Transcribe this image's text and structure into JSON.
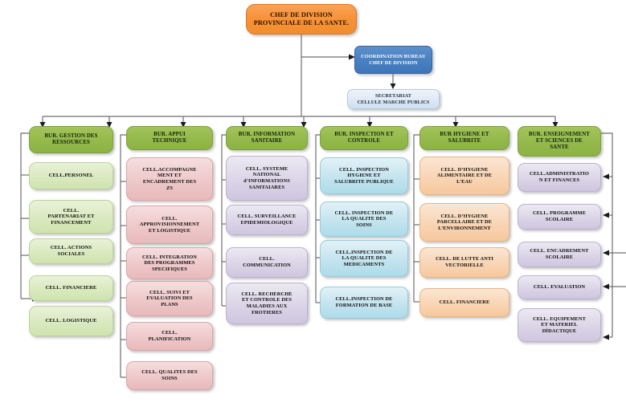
{
  "chart_title": "Organigramme Division Provinciale de la Sante",
  "root": {
    "label": "CHEF DE DIVISION\nPROVINCIALE DE  LA SANTE.",
    "line1": "CHEF DE DIVISION",
    "line2": "PROVINCIALE DE  LA SANTE.",
    "color": "#f79239"
  },
  "coordination": {
    "line1": "COORDINATION BUREAU",
    "line2": "CHEF  DE DIVISION",
    "color": "#4a81c2"
  },
  "secretariat": {
    "line1": "SECRETARIAT",
    "line2": "CELLULE MARCHE PUBLICS",
    "color": "#dfe9f5"
  },
  "header_color": "#96ba4c",
  "columns": [
    {
      "id": "gestion-ressources",
      "header": "BUR. GESTION DES RESSOURCES",
      "header_lines": [
        "BUR. GESTION DES",
        "RESSOURCES"
      ],
      "cell_color": "#dcebc4",
      "connector_side": "left",
      "cells": [
        {
          "label": "CELL.PERSONEL",
          "lines": [
            "CELL.PERSONEL"
          ]
        },
        {
          "label": "CELL. PARTENARIAT ET FINANCEMENT",
          "lines": [
            "CELL.",
            "PARTENARIAT ET",
            "FINANCEMENT"
          ]
        },
        {
          "label": "CELL. ACTIONS SOCIALES",
          "lines": [
            "CELL. ACTIONS",
            "SOCIALES"
          ]
        },
        {
          "label": "CELL. FINANCIERE",
          "lines": [
            "CELL. FINANCIERE"
          ]
        },
        {
          "label": "CELL. LOGISTIQUE",
          "lines": [
            "CELL. LOGISTIQUE"
          ]
        }
      ]
    },
    {
      "id": "appui-technique",
      "header": "BUR. APPUI TECHNIQUE",
      "header_lines": [
        "BUR. APPUI",
        "TECHNIQUE"
      ],
      "cell_color": "#f0cccd",
      "connector_side": "left",
      "cells": [
        {
          "label": "CELL.ACCOMPAGNEMENT ET ENCADREMENT DES ZS",
          "lines": [
            "CELL.ACCOMPAGNE",
            "MENT ET",
            "ENCADREMENT DES",
            "ZS"
          ]
        },
        {
          "label": "CELL. APPROVISIONNEMENT ET LOGISTIQUE",
          "lines": [
            "CELL.",
            "APPROVISIONNEMENT",
            "ET LOGISTIQUE"
          ]
        },
        {
          "label": "CELL. INTEGRATION DES PROGRAMMES SPECIFIQUES",
          "lines": [
            "CELL. INTEGRATION",
            "DES PROGRAMMES",
            "SPECIFIQUES"
          ]
        },
        {
          "label": "CELL. SUIVI ET EVALUATION DES PLANS",
          "lines": [
            "CELL. SUIVI ET",
            "EVALUATION DES",
            "PLANS"
          ]
        },
        {
          "label": "CELL. PLANIFICATION",
          "lines": [
            "CELL.",
            "PLANIFICATION"
          ]
        },
        {
          "label": "CELL. QUALITES DES SOINS",
          "lines": [
            "CELL. QUALITES DES",
            "SOINS"
          ]
        }
      ]
    },
    {
      "id": "information-sanitaire",
      "header": "BUR. INFORMATION SANITAIRE",
      "header_lines": [
        "BUR. INFORMATION",
        "SANITAIRE"
      ],
      "cell_color": "#ded8e9",
      "connector_side": "left",
      "cells": [
        {
          "label": "CELL. SYSTEME NATIONAL d'INFORMATIONS SANITAIARES",
          "lines": [
            "CELL. SYSTEME",
            "NATIONAL",
            "d’INFORMATIONS",
            "SANITAIARES"
          ]
        },
        {
          "label": "CELL. SURVEILLANCE EPIDEMIOLOGIQUE",
          "lines": [
            "CELL. SURVEILLANCE",
            "EPIDEMIOLOGIQUE"
          ]
        },
        {
          "label": "CELL. COMMUNICATION",
          "lines": [
            "CELL.",
            "COMMUNICATION"
          ]
        },
        {
          "label": "CELL. RECHERCHE ET CONTROLE DES MALADIES AUX FROTIERES",
          "lines": [
            "CELL. RECHERCHE",
            "ET CONTROLE DES",
            "MALADIES AUX",
            "FROTIERES"
          ]
        }
      ]
    },
    {
      "id": "inspection-controle",
      "header": "BUR. INSPECTION ET CONTROLE",
      "header_lines": [
        "BUR. INSPECTION ET",
        "CONTROLE"
      ],
      "cell_color": "#c9e6f0",
      "connector_side": "left",
      "cells": [
        {
          "label": "CELL. INSPECTION HYGIENE ET SALUBRITE PUBLIQUE",
          "lines": [
            "CELL. INSPECTION",
            "HYGIENE ET",
            "SALUBRITE PUBLIQUE"
          ]
        },
        {
          "label": "CELL. INSPECTION DE LA QUALITE DES SOINS",
          "lines": [
            "CELL. INSPECTION DE",
            "LA QUALITE DES",
            "SOINS"
          ]
        },
        {
          "label": "CELL.INSPECTION DE LA QUALITE DES MEDICAMENTS",
          "lines": [
            "CELL.INSPECTION DE",
            "LA QUALITE DES",
            "MEDICAMENTS"
          ]
        },
        {
          "label": "CELL.INSPECTION DE FORMATION DE BASE",
          "lines": [
            "CELL.INSPECTION DE",
            "FORMATION DE  BASE"
          ]
        }
      ]
    },
    {
      "id": "hygiene-salubrite",
      "header": "BUR HYGIENE ET SALUBRITE",
      "header_lines": [
        "BUR HYGIENE ET",
        "SALUBRITE"
      ],
      "cell_color": "#f9d8ba",
      "connector_side": "left",
      "cells": [
        {
          "label": "CELL. D'HYGIENE ALIMENTAIRE ET DE L'EAU",
          "lines": [
            "CELL. D’HYGIENE",
            "ALIMENTAIRE ET DE",
            "L’EAU"
          ]
        },
        {
          "label": "CELL. D'HYGIENE PARCELLAIRE ET DE L'ENVIRONNEMENT",
          "lines": [
            "CELL. D’HYGIENE",
            "PARCELLAIRE ET DE",
            "L’ENVIRONNEMENT"
          ]
        },
        {
          "label": "CELL. DE LUTTE ANTI VECTORIELLE",
          "lines": [
            "CELL. DE LUTTE ANTI",
            "VECTORIELLE"
          ]
        },
        {
          "label": "CELL. FINANCIERE",
          "lines": [
            "CELL. FINANCIERE"
          ]
        }
      ]
    },
    {
      "id": "enseignement-sciences",
      "header": "BUR. ENSEIGNEMENT ET SCIENCES DE SANTE",
      "header_lines": [
        "BUR. ENSEIGNEMENT",
        "ET SCIENCES DE",
        "SANTE"
      ],
      "cell_color": "#ded8e9",
      "connector_side": "right",
      "cells": [
        {
          "label": "CELL.ADMINISTRATION ET FINANCES",
          "lines": [
            "CELL.ADMINISTRATIO",
            "N ET FINANCES"
          ]
        },
        {
          "label": "CELL. PROGRAMME SCOLAIRE",
          "lines": [
            "CELL. PROGRAMME",
            "SCOLAIRE"
          ]
        },
        {
          "label": "CELL. ENCADREMENT SCOLAIRE",
          "lines": [
            "CELL. ENCADREMENT",
            "SCOLAIRE"
          ]
        },
        {
          "label": "CELL. EVALUATION",
          "lines": [
            "CELL. EVALUATION"
          ]
        },
        {
          "label": "CELL. EQUIPEMENT ET MATERIEL DIDACTIQUE",
          "lines": [
            "CELL. EQUIPEMENT",
            "ET MATERIEL",
            "DİDACTIQUE"
          ]
        }
      ]
    }
  ]
}
